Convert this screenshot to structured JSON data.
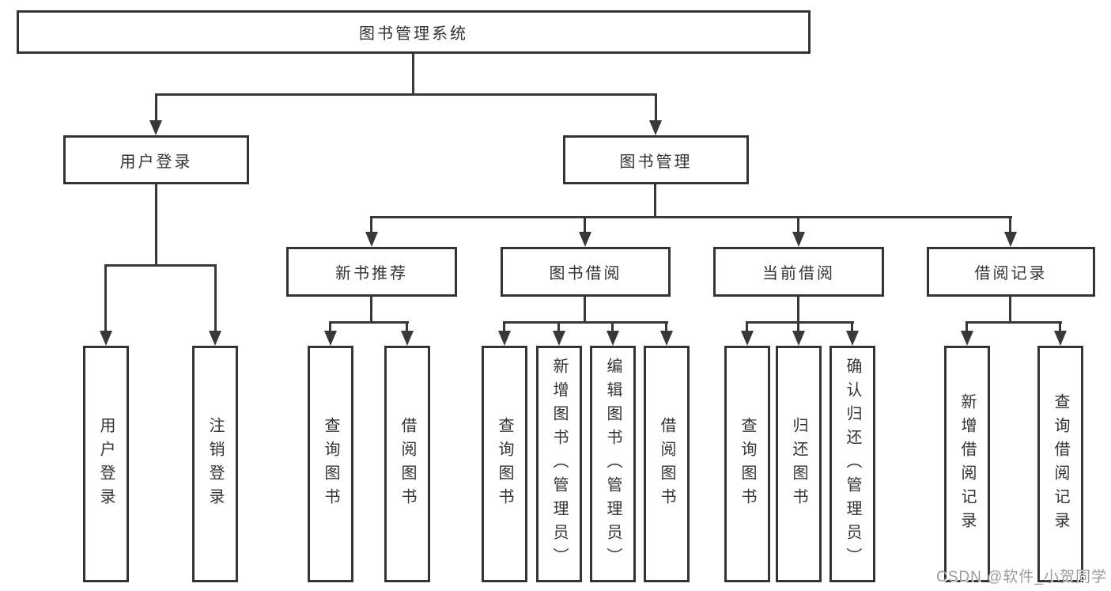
{
  "diagram": {
    "title": "图书管理系统",
    "tree": {
      "root": {
        "label": "图书管理系统"
      },
      "branches": [
        {
          "label": "用户登录",
          "children": [
            {
              "label": "用户登录"
            },
            {
              "label": "注销登录"
            }
          ]
        },
        {
          "label": "图书管理",
          "children": [
            {
              "label": "新书推荐",
              "children": [
                {
                  "label": "查询图书"
                },
                {
                  "label": "借阅图书"
                }
              ]
            },
            {
              "label": "图书借阅",
              "children": [
                {
                  "label": "查询图书"
                },
                {
                  "label": "新增图书（管理员）"
                },
                {
                  "label": "编辑图书（管理员）"
                },
                {
                  "label": "借阅图书"
                }
              ]
            },
            {
              "label": "当前借阅",
              "children": [
                {
                  "label": "查询图书"
                },
                {
                  "label": "归还图书"
                },
                {
                  "label": "确认归还（管理员）"
                }
              ]
            },
            {
              "label": "借阅记录",
              "children": [
                {
                  "label": "新增借阅记录"
                },
                {
                  "label": "查询借阅记录"
                }
              ]
            }
          ]
        }
      ]
    },
    "colors": {
      "line": "#383838",
      "box_border": "#333333",
      "text": "#333333",
      "background": "#ffffff",
      "watermark": "#9b9b9b"
    }
  },
  "watermark": {
    "text": "CSDN @软件_小贺同学"
  }
}
